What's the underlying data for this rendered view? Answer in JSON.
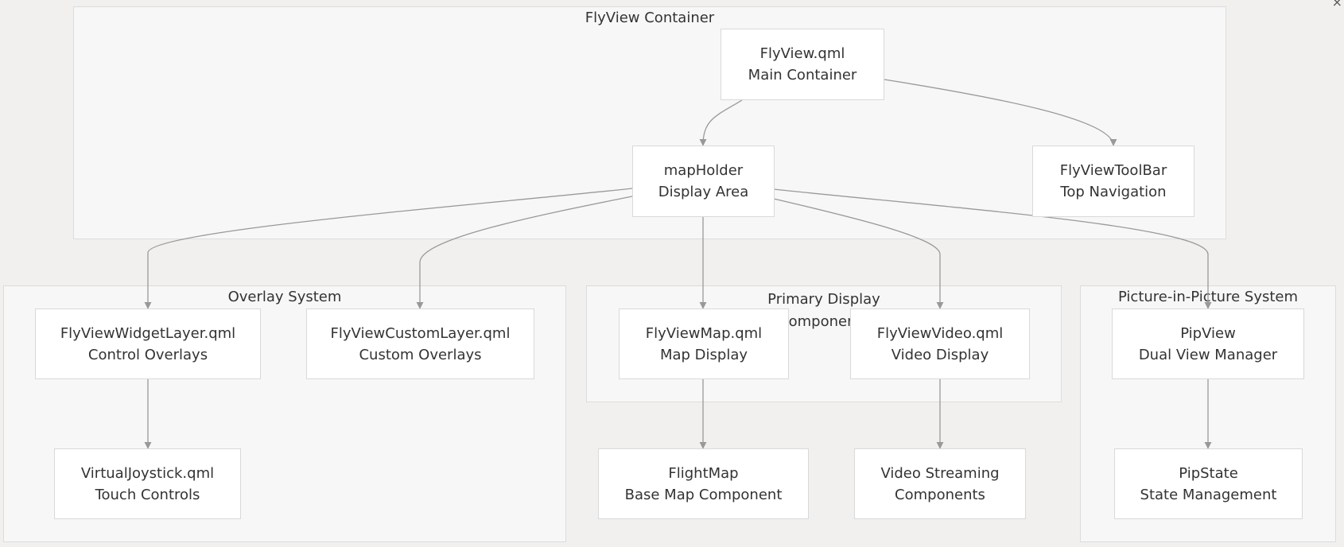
{
  "diagram": {
    "clusters": {
      "flyview_container": "FlyView Container",
      "overlay_system": "Overlay System",
      "primary_display": "Primary Display Components",
      "pip_system": "Picture-in-Picture System"
    },
    "nodes": {
      "flyview_qml": {
        "line1": "FlyView.qml",
        "line2": "Main Container"
      },
      "map_holder": {
        "line1": "mapHolder",
        "line2": "Display Area"
      },
      "flyview_toolbar": {
        "line1": "FlyViewToolBar",
        "line2": "Top Navigation"
      },
      "widget_layer": {
        "line1": "FlyViewWidgetLayer.qml",
        "line2": "Control Overlays"
      },
      "custom_layer": {
        "line1": "FlyViewCustomLayer.qml",
        "line2": "Custom Overlays"
      },
      "flyview_map": {
        "line1": "FlyViewMap.qml",
        "line2": "Map Display"
      },
      "flyview_video": {
        "line1": "FlyViewVideo.qml",
        "line2": "Video Display"
      },
      "pip_view": {
        "line1": "PipView",
        "line2": "Dual View Manager"
      },
      "virtual_joystick": {
        "line1": "VirtualJoystick.qml",
        "line2": "Touch Controls"
      },
      "flight_map": {
        "line1": "FlightMap",
        "line2": "Base Map Component"
      },
      "video_streaming": {
        "line1": "Video Streaming",
        "line2": "Components"
      },
      "pip_state": {
        "line1": "PipState",
        "line2": "State Management"
      }
    },
    "edges": [
      [
        "flyview_qml",
        "map_holder"
      ],
      [
        "flyview_qml",
        "flyview_toolbar"
      ],
      [
        "map_holder",
        "widget_layer"
      ],
      [
        "map_holder",
        "custom_layer"
      ],
      [
        "map_holder",
        "flyview_map"
      ],
      [
        "map_holder",
        "flyview_video"
      ],
      [
        "map_holder",
        "pip_view"
      ],
      [
        "widget_layer",
        "virtual_joystick"
      ],
      [
        "flyview_map",
        "flight_map"
      ],
      [
        "flyview_video",
        "video_streaming"
      ],
      [
        "pip_view",
        "pip_state"
      ]
    ],
    "colors": {
      "edge": "#999999",
      "node_border": "#d9d9d9",
      "cluster_fill": "#f7f7f7",
      "background": "#f1f0ef"
    }
  },
  "close_glyph": "×"
}
